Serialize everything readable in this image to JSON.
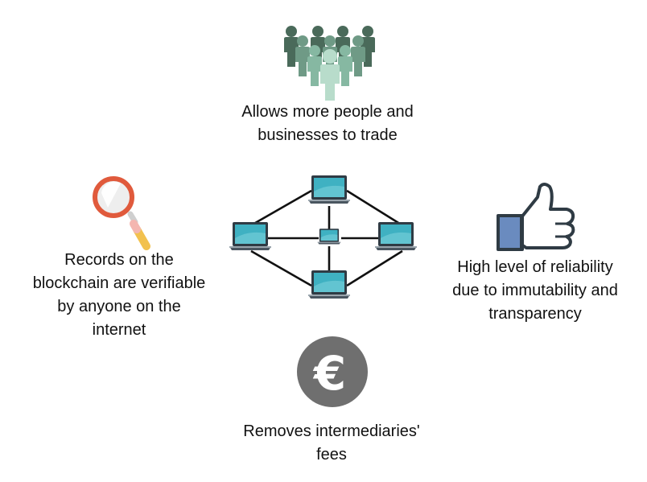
{
  "benefits": {
    "top": {
      "lines": [
        "Allows more people and",
        "businesses to trade"
      ],
      "icon": "people-crowd-icon"
    },
    "left": {
      "lines": [
        "Records on the",
        "blockchain are verifiable",
        "by anyone on the",
        "internet"
      ],
      "icon": "magnifying-glass-icon"
    },
    "right": {
      "lines": [
        "High level of reliability",
        "due to immutability and",
        "transparency"
      ],
      "icon": "thumbs-up-icon"
    },
    "bottom": {
      "lines": [
        "Removes intermediaries'",
        "fees"
      ],
      "icon": "euro-coin-icon"
    }
  },
  "euro_symbol": "€",
  "network": {
    "icon": "laptop-network-icon",
    "nodes": 5
  },
  "colors": {
    "people_dark": "#4a6a5a",
    "people_mid": "#7aa893",
    "people_light": "#b8dccb",
    "magnifier_ring": "#e05a3c",
    "magnifier_handle": "#f2c14e",
    "thumb_cuff": "#6a8bbf",
    "coin": "#6f6f6f",
    "screen": "#3fb1c2",
    "laptop_body": "#2f3b44"
  }
}
